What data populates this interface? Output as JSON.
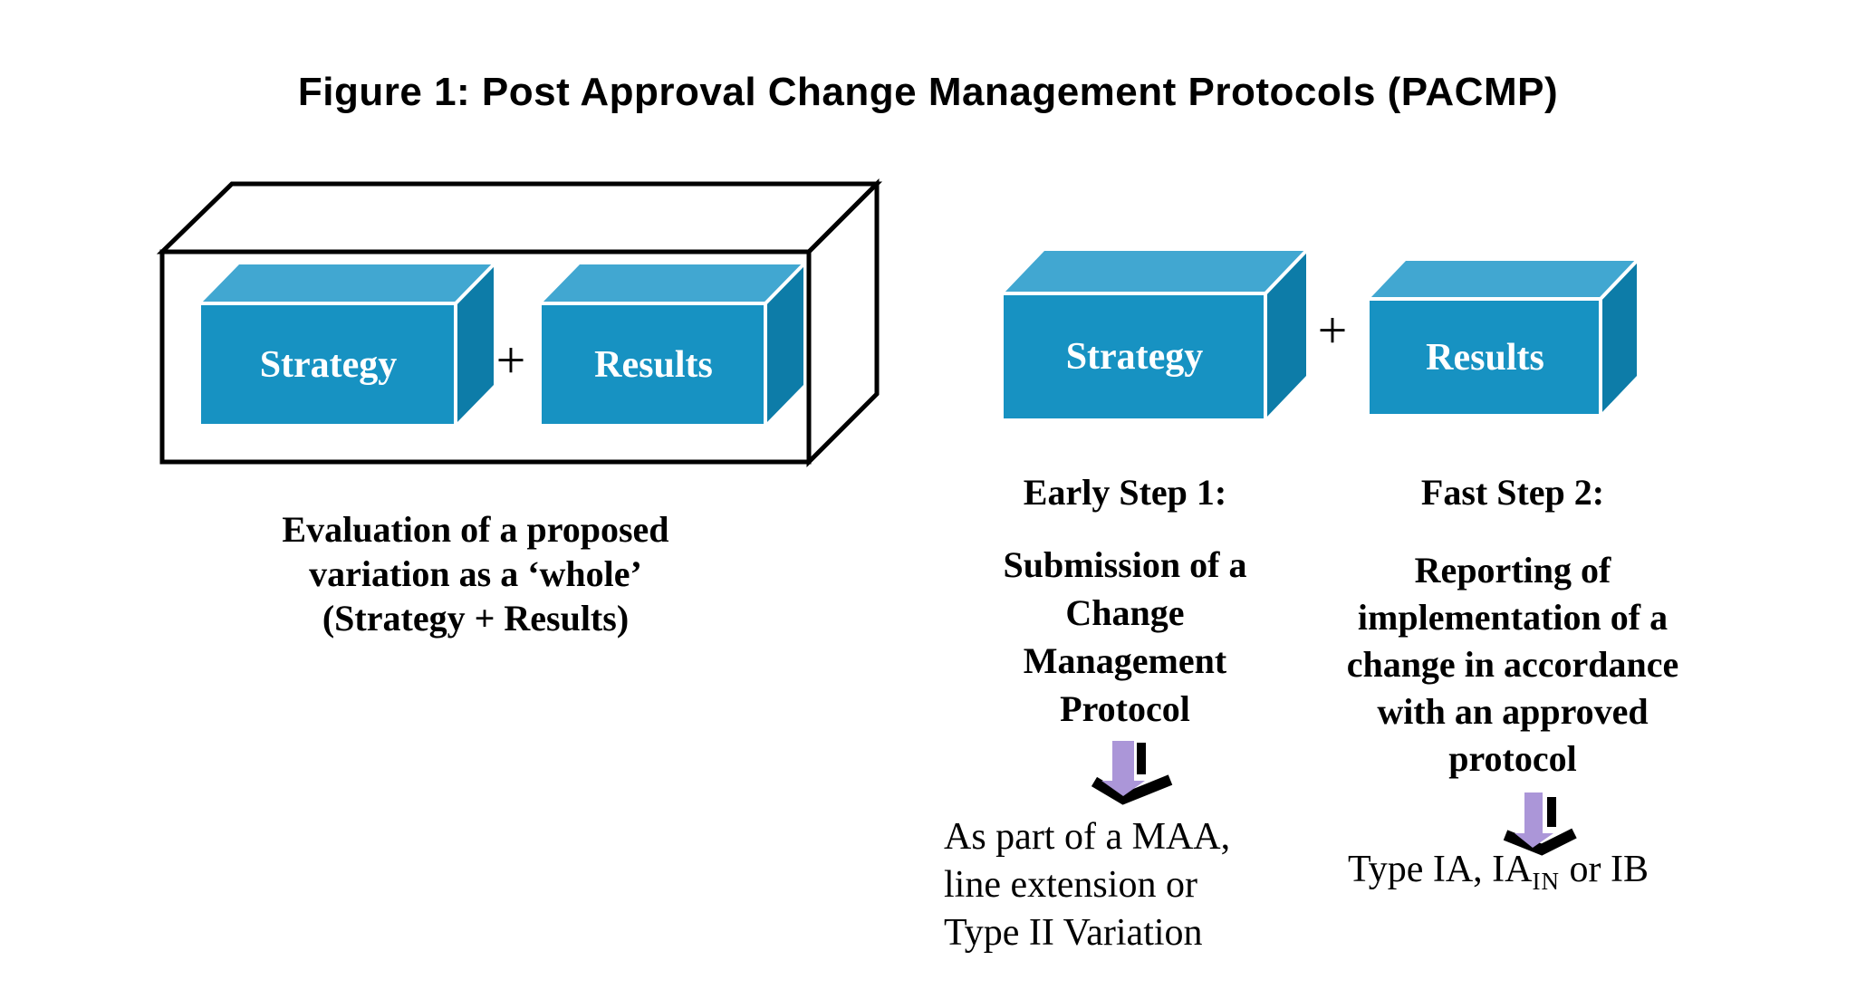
{
  "figure": {
    "title": "Figure 1: Post Approval Change Management Protocols (PACMP)"
  },
  "colors": {
    "box_front": "#1792C2",
    "box_top": "#41A7D1",
    "box_side": "#0D7CA8",
    "wireframe_stroke": "#000000",
    "arrow_lavender": "#AB96D8",
    "arrow_shadow": "#000000",
    "label_text": "#FFFFFF",
    "body_text": "#000000"
  },
  "left_panel": {
    "strategy": "Strategy",
    "plus": "+",
    "results": "Results",
    "caption": [
      "Evaluation of a proposed",
      "variation as a ‘whole’",
      "(Strategy + Results)"
    ]
  },
  "right_panel": {
    "strategy": "Strategy",
    "plus": "+",
    "results": "Results"
  },
  "step1": {
    "heading": "Early Step 1:",
    "body": [
      "Submission of a",
      "Change",
      "Management",
      "Protocol"
    ],
    "arrow_icon": "down-arrow-with-shadow",
    "note": [
      "As part of a MAA,",
      "line extension or",
      "Type II Variation"
    ]
  },
  "step2": {
    "heading": "Fast Step 2:",
    "body": [
      "Reporting of",
      "implementation of a",
      "change in accordance",
      "with an approved",
      "protocol"
    ],
    "arrow_icon": "down-arrow-with-shadow",
    "note": {
      "prefix": "Type IA, IA",
      "sub": "IN",
      "suffix": " or IB"
    }
  }
}
